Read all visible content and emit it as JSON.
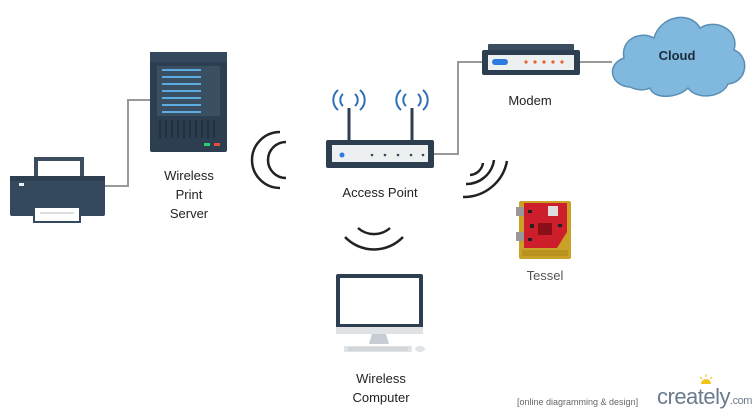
{
  "nodes": {
    "printer": {
      "icon": "printer-icon"
    },
    "print_server": {
      "icon": "server-icon",
      "label_lines": [
        "Wireless",
        "Print",
        "Server"
      ]
    },
    "access_point": {
      "icon": "router-icon",
      "label": "Access Point"
    },
    "modem": {
      "icon": "modem-icon",
      "label": "Modem"
    },
    "cloud": {
      "icon": "cloud-icon",
      "label": "Cloud"
    },
    "tessel": {
      "icon": "tessel-board-icon",
      "label": "Tessel"
    },
    "computer": {
      "icon": "desktop-computer-icon",
      "label_lines": [
        "Wireless",
        "Computer"
      ]
    }
  },
  "watermark": {
    "tagline": "[online diagramming & design]",
    "brand": "creately",
    "suffix": ".com"
  },
  "colors": {
    "device_dark": "#34495e",
    "cloud_fill": "#80b9dd",
    "connector": "#999999",
    "signal": "#222222",
    "tessel_red": "#cc1f2b",
    "tessel_gold": "#c9a227",
    "led_blue": "#2d7be0",
    "led_orange": "#e8632a"
  }
}
